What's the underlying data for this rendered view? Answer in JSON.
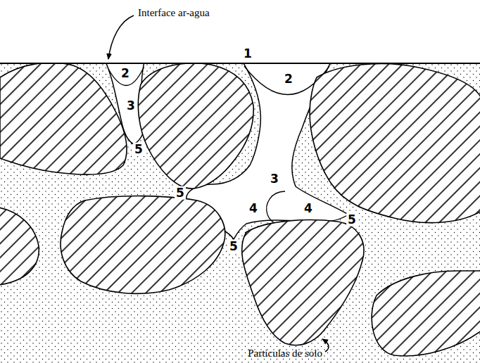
{
  "diagram": {
    "labels": [
      "Interface ar-agua",
      "1",
      "2",
      "2",
      "3",
      "3",
      "4",
      "4",
      "5",
      "5",
      "5",
      "5",
      "Particulas de solo"
    ]
  }
}
